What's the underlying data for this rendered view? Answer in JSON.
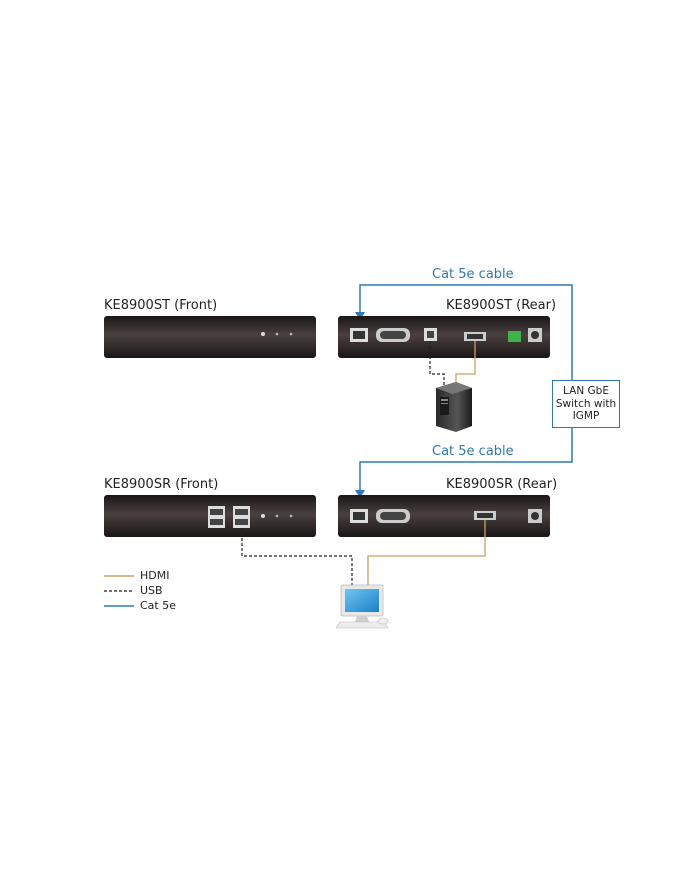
{
  "labels": {
    "st_front": "KE8900ST (Front)",
    "st_rear": "KE8900ST (Rear)",
    "sr_front": "KE8900SR (Front)",
    "sr_rear": "KE8900SR (Rear)",
    "cable_top": "Cat 5e cable",
    "cable_bottom": "Cat 5e cable",
    "switch_line1": "LAN GbE",
    "switch_line2": "Switch with",
    "switch_line3": "IGMP"
  },
  "legend": [
    {
      "label": "HDMI",
      "color": "#c8a060",
      "style": "solid"
    },
    {
      "label": "USB",
      "color": "#231f20",
      "style": "dashed"
    },
    {
      "label": "Cat 5e",
      "color": "#2e78b7",
      "style": "solid"
    }
  ],
  "colors": {
    "device": "#231f20",
    "cat5e": "#2e78b7",
    "hdmi": "#c8a060",
    "usb": "#231f20",
    "power_green": "#3cb44a"
  },
  "icons": [
    "computer-tower-icon",
    "desktop-pc-icon"
  ]
}
